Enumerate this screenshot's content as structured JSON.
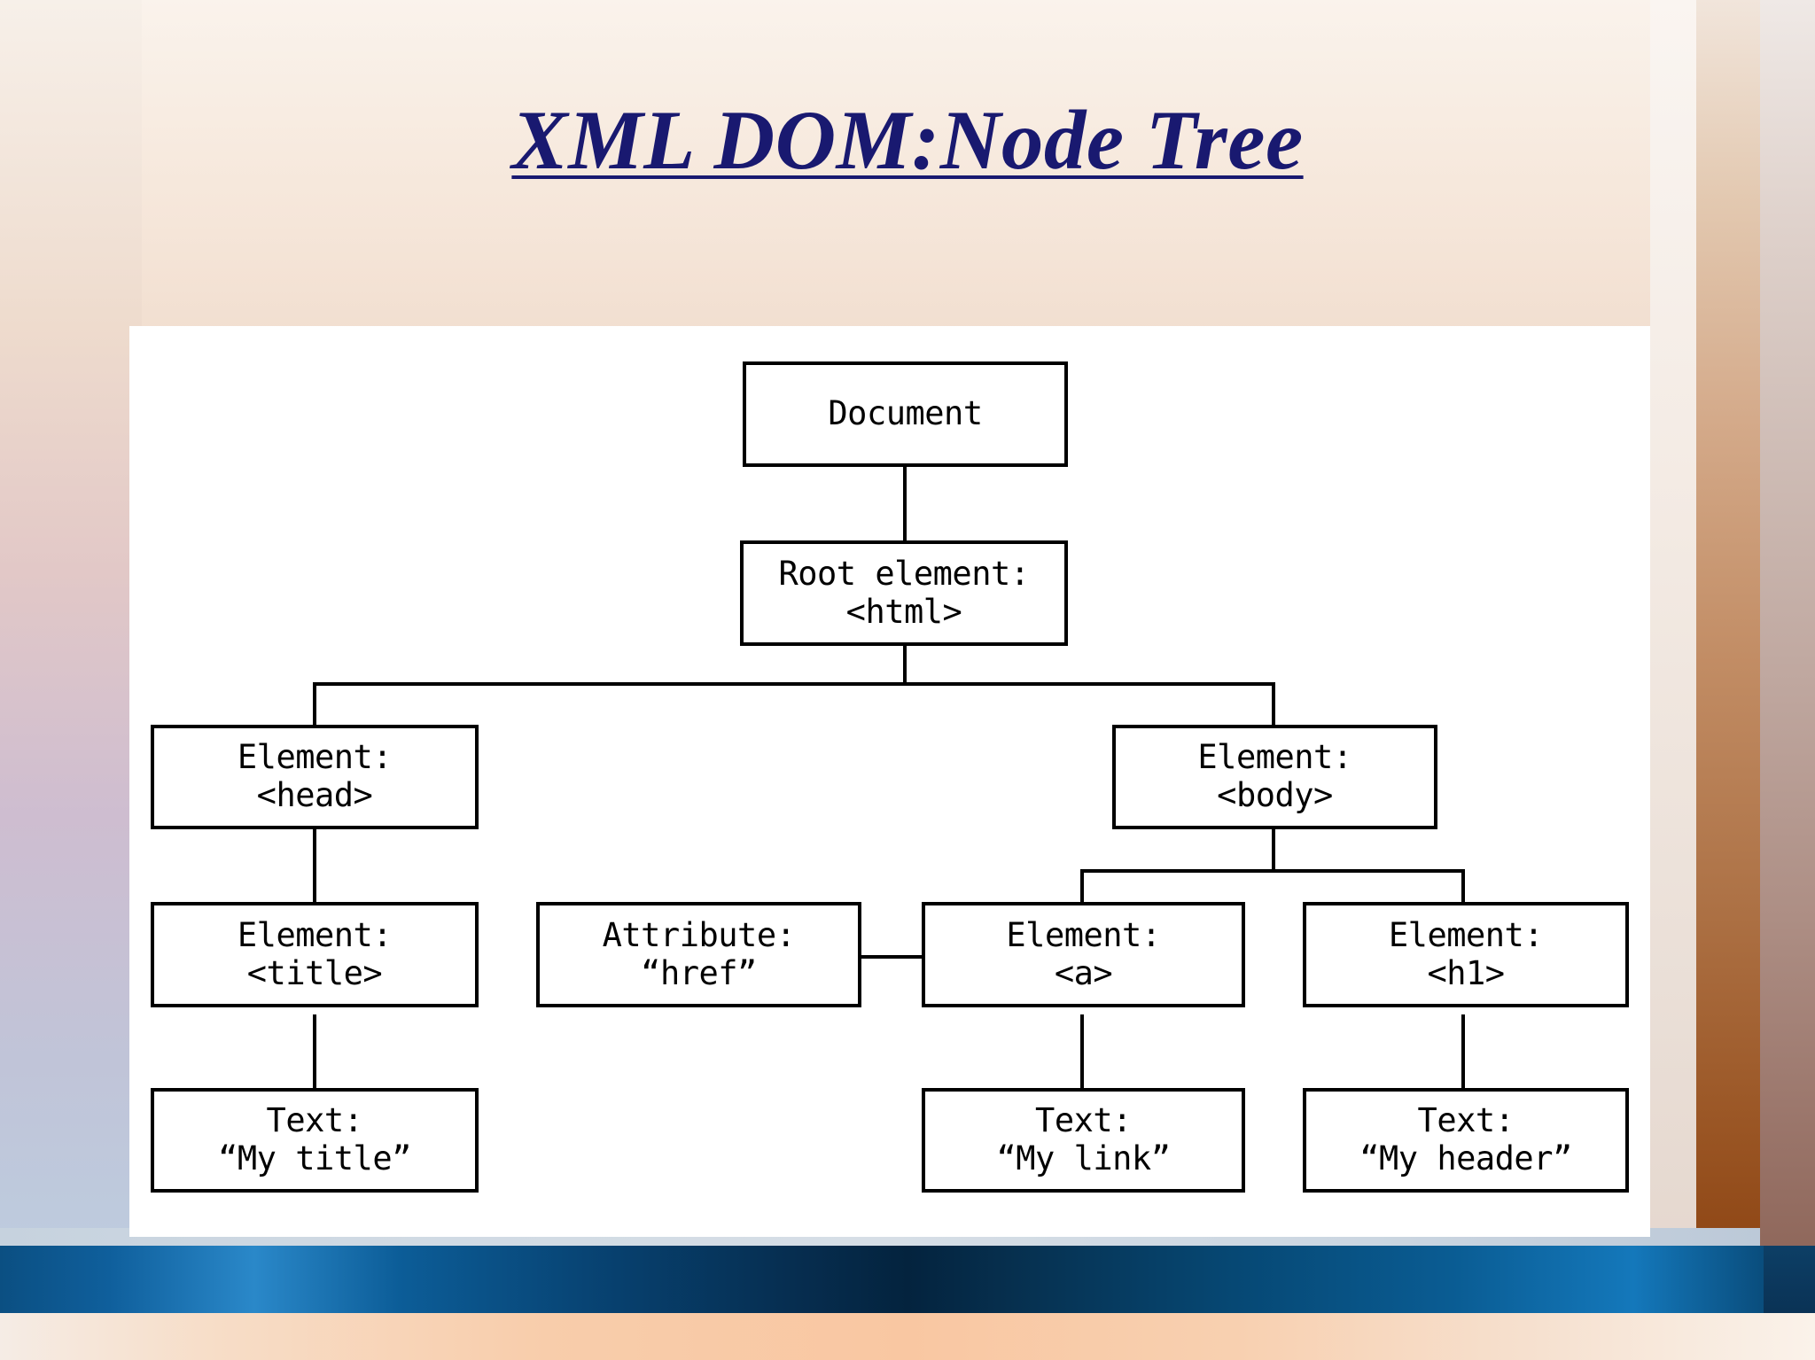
{
  "slide": {
    "title": "XML DOM:Node Tree",
    "title_color": "#191970",
    "panel_bg": "#ffffff",
    "accent_blue_bar": "#0a4e7e",
    "accent_peach_bar": "#f8cdab"
  },
  "diagram": {
    "type": "tree",
    "nodes": [
      {
        "id": "document",
        "line1": "Document",
        "line2": ""
      },
      {
        "id": "root",
        "line1": "Root element:",
        "line2": "<html>"
      },
      {
        "id": "head",
        "line1": "Element:",
        "line2": "<head>"
      },
      {
        "id": "body",
        "line1": "Element:",
        "line2": "<body>"
      },
      {
        "id": "title",
        "line1": "Element:",
        "line2": "<title>"
      },
      {
        "id": "attribute",
        "line1": "Attribute:",
        "line2": "“href”"
      },
      {
        "id": "anchor",
        "line1": "Element:",
        "line2": "<a>"
      },
      {
        "id": "h1",
        "line1": "Element:",
        "line2": "<h1>"
      },
      {
        "id": "text_title",
        "line1": "Text:",
        "line2": "“My title”"
      },
      {
        "id": "text_link",
        "line1": "Text:",
        "line2": "“My link”"
      },
      {
        "id": "text_header",
        "line1": "Text:",
        "line2": "“My header”"
      }
    ],
    "edges": [
      {
        "from": "document",
        "to": "root"
      },
      {
        "from": "root",
        "to": "head"
      },
      {
        "from": "root",
        "to": "body"
      },
      {
        "from": "head",
        "to": "title"
      },
      {
        "from": "title",
        "to": "text_title"
      },
      {
        "from": "body",
        "to": "anchor"
      },
      {
        "from": "body",
        "to": "h1"
      },
      {
        "from": "anchor",
        "to": "attribute"
      },
      {
        "from": "anchor",
        "to": "text_link"
      },
      {
        "from": "h1",
        "to": "text_header"
      }
    ]
  }
}
